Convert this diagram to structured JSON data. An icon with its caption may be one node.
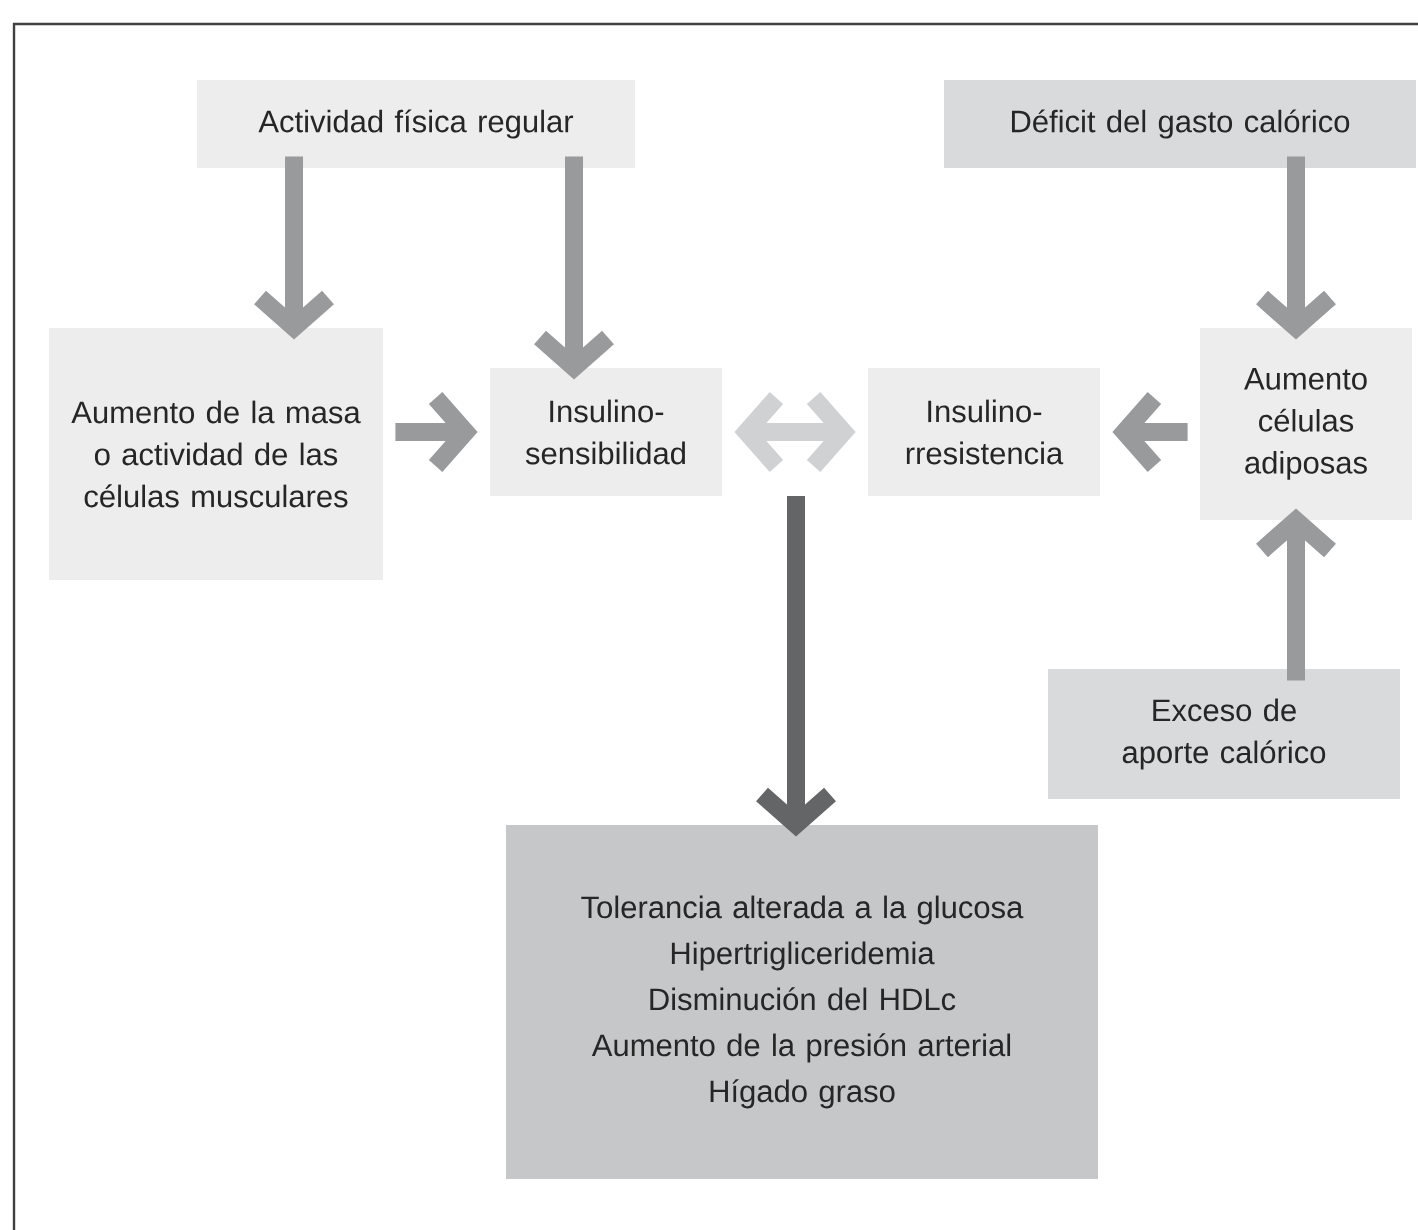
{
  "diagram": {
    "nodes": [
      {
        "text": [
          "Actividad física regular"
        ]
      },
      {
        "text": [
          "Déficit del gasto calórico"
        ]
      },
      {
        "text": [
          "Aumento de la masa o actividad de las células musculares"
        ]
      },
      {
        "text": [
          "Insulino-sensibilidad"
        ]
      },
      {
        "text": [
          "Insulino-rresistencia"
        ]
      },
      {
        "text": [
          "Aumento células adiposas"
        ]
      },
      {
        "text": [
          "Exceso de aporte calórico"
        ]
      },
      {
        "text": [
          "Tolerancia alterada a la glucosa",
          "Hipertrigliceridemia",
          "Disminución del HDLc",
          "Aumento de la presión arterial",
          "Hígado graso"
        ]
      }
    ],
    "edges": [
      {
        "from": 0,
        "to": 2,
        "arrow": "to"
      },
      {
        "from": 0,
        "to": 3,
        "arrow": "to"
      },
      {
        "from": 1,
        "to": 5,
        "arrow": "to"
      },
      {
        "from": 2,
        "to": 3,
        "arrow": "to"
      },
      {
        "from": 5,
        "to": 4,
        "arrow": "to"
      },
      {
        "from": 3,
        "to": 4,
        "arrow": "both",
        "color": "#d0d1d3"
      },
      {
        "from": 6,
        "to": 5,
        "arrow": "to"
      },
      {
        "from": null,
        "to": 7,
        "arrow": "to",
        "color": "#646567"
      }
    ]
  }
}
